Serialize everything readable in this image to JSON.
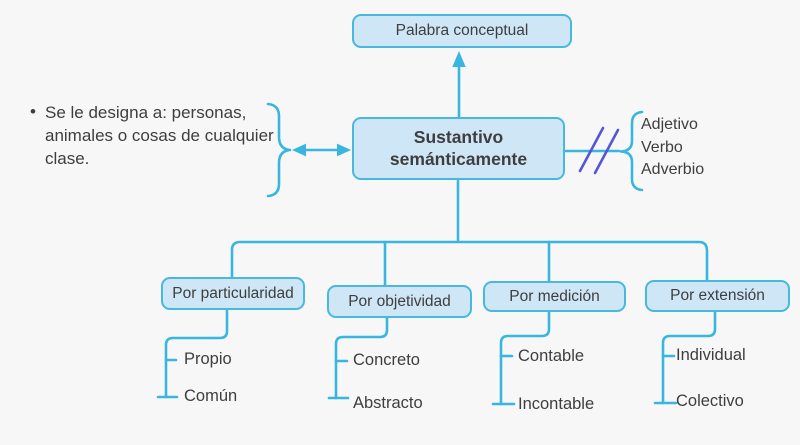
{
  "colors": {
    "background": "#f7f7f8",
    "accent": "#38b6e0",
    "slash": "#5456d6",
    "node_fill": "#cfe6f6",
    "node_border": "#47b8de",
    "text": "#3e3e3e"
  },
  "top_box": {
    "label": "Palabra conceptual"
  },
  "center_box": {
    "line1": "Sustantivo",
    "line2": "semánticamente"
  },
  "left_note": {
    "bullet": "•",
    "text": "Se le designa a: personas, animales o cosas de cualquier clase."
  },
  "right_group": {
    "items": [
      "Adjetivo",
      "Verbo",
      "Adverbio"
    ]
  },
  "tree": {
    "categories": [
      {
        "label": "Por particularidad",
        "children": [
          "Propio",
          "Común"
        ]
      },
      {
        "label": "Por objetividad",
        "children": [
          "Concreto",
          "Abstracto"
        ]
      },
      {
        "label": "Por medición",
        "children": [
          "Contable",
          "Incontable"
        ]
      },
      {
        "label": "Por extensión",
        "children": [
          "Individual",
          "Colectivo"
        ]
      }
    ]
  }
}
